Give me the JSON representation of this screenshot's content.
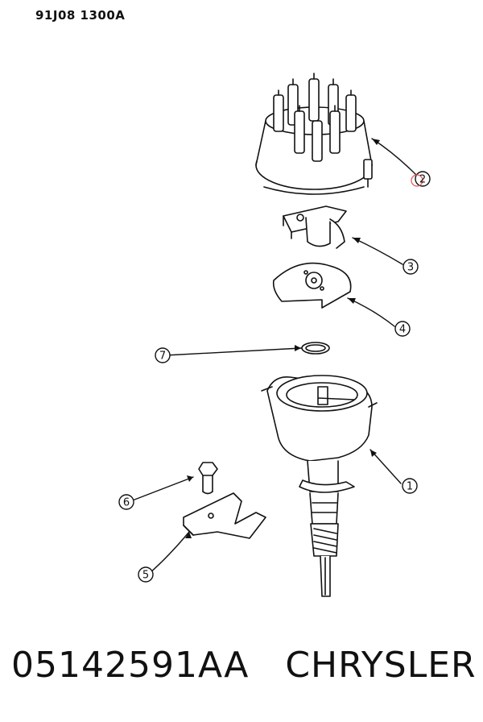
{
  "header": {
    "ref_code": "91J08 1300A"
  },
  "callouts": [
    {
      "id": "1",
      "label": "1"
    },
    {
      "id": "2",
      "label": "2"
    },
    {
      "id": "3",
      "label": "3"
    },
    {
      "id": "4",
      "label": "4"
    },
    {
      "id": "5",
      "label": "5"
    },
    {
      "id": "6",
      "label": "6"
    },
    {
      "id": "7",
      "label": "7"
    }
  ],
  "footer": {
    "part_number": "05142591AA   CHRYSLER"
  },
  "colors": {
    "line": "#111111",
    "highlight": "#e05555"
  }
}
